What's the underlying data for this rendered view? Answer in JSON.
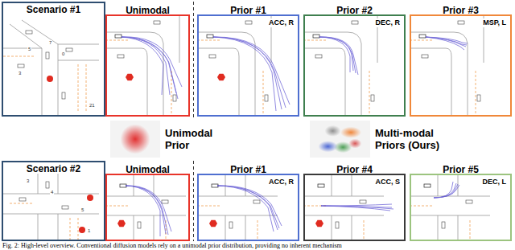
{
  "diagram": {
    "caption": "Fig. 2: High-level overview. Conventional diffusion models rely on a unimodal prior distribution, providing no inherent mechanism",
    "nodes": [
      {
        "text": [
          "Scenario #1"
        ]
      },
      {
        "text": [
          "Unimodal"
        ]
      },
      {
        "text": [
          "Prior #1",
          "ACC, R"
        ]
      },
      {
        "text": [
          "Prior #2",
          "DEC, R"
        ]
      },
      {
        "text": [
          "Prior #3",
          "MSP, L"
        ]
      },
      {
        "text": [
          "Unimodal Prior"
        ]
      },
      {
        "text": [
          "Multi-modal Priors (Ours)"
        ]
      },
      {
        "text": [
          "Scenario #2"
        ]
      },
      {
        "text": [
          "Unimodal"
        ]
      },
      {
        "text": [
          "Prior #1",
          "ACC, R"
        ]
      },
      {
        "text": [
          "Prior #4",
          "ACC, S"
        ]
      },
      {
        "text": [
          "Prior #5",
          "DEC, L"
        ]
      }
    ],
    "labels": [
      "5",
      "7",
      "0",
      "3",
      "21",
      "3",
      "4",
      "5",
      "1"
    ]
  }
}
